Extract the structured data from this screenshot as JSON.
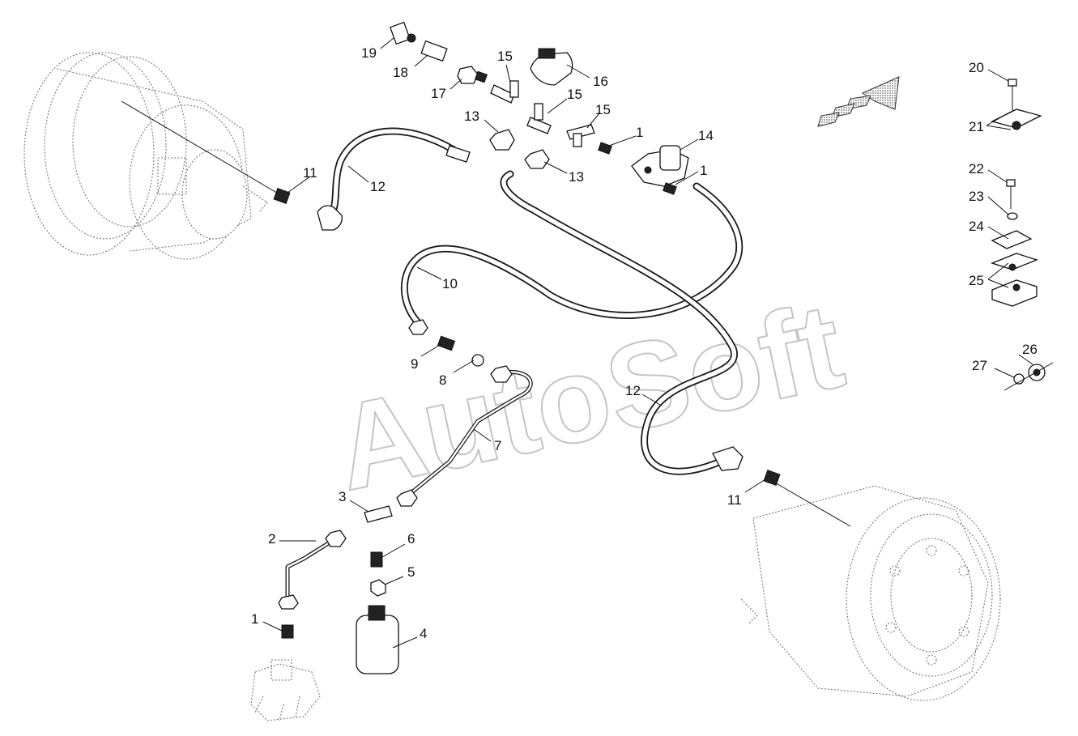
{
  "watermark": "AutoSoft",
  "callouts": [
    {
      "id": "c19",
      "text": "19"
    },
    {
      "id": "c18",
      "text": "18"
    },
    {
      "id": "c17",
      "text": "17"
    },
    {
      "id": "c15a",
      "text": "15"
    },
    {
      "id": "c16",
      "text": "16"
    },
    {
      "id": "c15b",
      "text": "15"
    },
    {
      "id": "c13a",
      "text": "13"
    },
    {
      "id": "c15c",
      "text": "15"
    },
    {
      "id": "c1a",
      "text": "1"
    },
    {
      "id": "c14",
      "text": "14"
    },
    {
      "id": "c1b",
      "text": "1"
    },
    {
      "id": "c13b",
      "text": "13"
    },
    {
      "id": "c11a",
      "text": "11"
    },
    {
      "id": "c12a",
      "text": "12"
    },
    {
      "id": "c10",
      "text": "10"
    },
    {
      "id": "c9",
      "text": "9"
    },
    {
      "id": "c8",
      "text": "8"
    },
    {
      "id": "c12b",
      "text": "12"
    },
    {
      "id": "c7",
      "text": "7"
    },
    {
      "id": "c11b",
      "text": "11"
    },
    {
      "id": "c3",
      "text": "3"
    },
    {
      "id": "c2",
      "text": "2"
    },
    {
      "id": "c6",
      "text": "6"
    },
    {
      "id": "c5",
      "text": "5"
    },
    {
      "id": "c1c",
      "text": "1"
    },
    {
      "id": "c4",
      "text": "4"
    },
    {
      "id": "c20",
      "text": "20"
    },
    {
      "id": "c21",
      "text": "21"
    },
    {
      "id": "c22",
      "text": "22"
    },
    {
      "id": "c23",
      "text": "23"
    },
    {
      "id": "c24",
      "text": "24"
    },
    {
      "id": "c25",
      "text": "25"
    },
    {
      "id": "c26",
      "text": "26"
    },
    {
      "id": "c27",
      "text": "27"
    }
  ]
}
